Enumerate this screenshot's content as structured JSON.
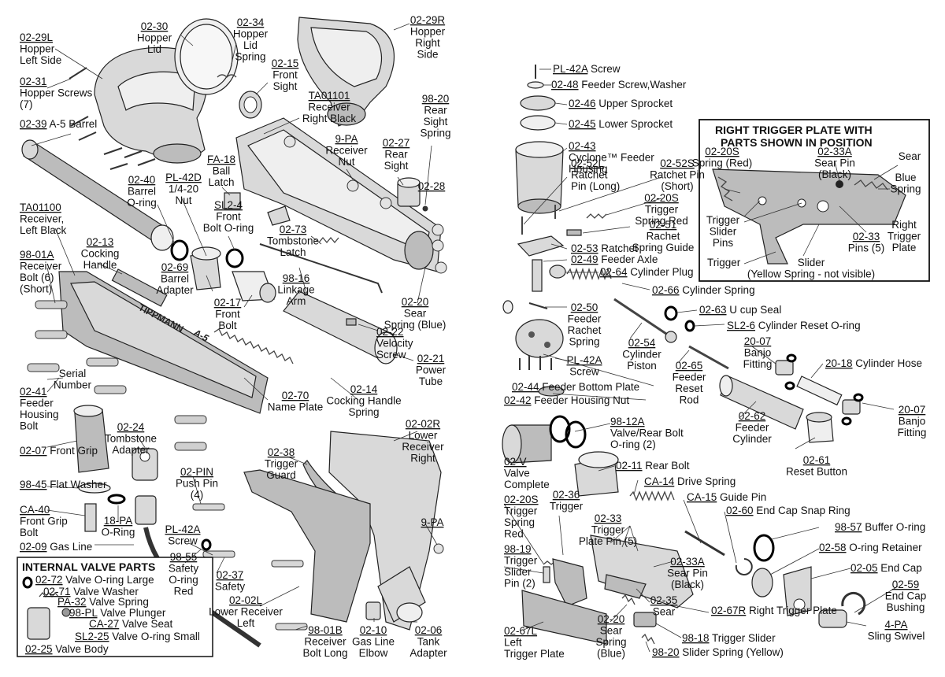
{
  "labels": [
    {
      "id": "l0230",
      "num": "02-30",
      "lines": [
        "Hopper",
        "Lid"
      ]
    },
    {
      "id": "l0234",
      "num": "02-34",
      "lines": [
        "Hopper",
        "Lid",
        "Spring"
      ]
    },
    {
      "id": "l0229r",
      "num": "02-29R",
      "lines": [
        "Hopper",
        "Right",
        "Side"
      ]
    },
    {
      "id": "l0229l",
      "num": "02-29L",
      "lines": [
        "Hopper",
        "Left Side"
      ]
    },
    {
      "id": "l0215",
      "num": "02-15",
      "lines": [
        "Front",
        "Sight"
      ]
    },
    {
      "id": "l0231",
      "num": "02-31",
      "lines": [
        "Hopper Screws",
        "(7)"
      ]
    },
    {
      "id": "lta01101",
      "num": "TA01101",
      "lines": [
        "Receiver",
        "Right Black"
      ]
    },
    {
      "id": "l9820",
      "num": "98-20",
      "lines": [
        "Rear",
        "Sight",
        "Spring"
      ]
    },
    {
      "id": "l0239",
      "num": "02-39",
      "lines": [
        "A-5 Barrel"
      ]
    },
    {
      "id": "l9pa",
      "num": "9-PA",
      "lines": [
        "Receiver",
        "Nut"
      ]
    },
    {
      "id": "l0227",
      "num": "02-27",
      "lines": [
        "Rear",
        "Sight"
      ]
    },
    {
      "id": "lfa18",
      "num": "FA-18",
      "lines": [
        "Ball",
        "Latch"
      ]
    },
    {
      "id": "l0228",
      "num": "02-28",
      "lines": []
    },
    {
      "id": "l0240",
      "num": "02-40",
      "lines": [
        "Barrel",
        "O-ring"
      ]
    },
    {
      "id": "lpl42d",
      "num": "PL-42D",
      "lines": [
        "1/4-20",
        "Nut"
      ]
    },
    {
      "id": "lta01100",
      "num": "TA01100",
      "lines": [
        "Receiver,",
        "Left Black"
      ]
    },
    {
      "id": "lsl24",
      "num": "SL2-4",
      "lines": [
        "Front",
        "Bolt O-ring"
      ]
    },
    {
      "id": "l0273",
      "num": "02-73",
      "lines": [
        "Tombstone",
        "Latch"
      ]
    },
    {
      "id": "l0213",
      "num": "02-13",
      "lines": [
        "Cocking",
        "Handle"
      ]
    },
    {
      "id": "l9801a",
      "num": "98-01A",
      "lines": [
        "Receiver",
        "Bolt (6)",
        "(Short)"
      ]
    },
    {
      "id": "l0269",
      "num": "02-69",
      "lines": [
        "Barrel",
        "Adapter"
      ]
    },
    {
      "id": "l9816",
      "num": "98-16",
      "lines": [
        "Linkage",
        "Arm"
      ]
    },
    {
      "id": "l0217",
      "num": "02-17",
      "lines": [
        "Front",
        "Bolt"
      ]
    },
    {
      "id": "l0220",
      "num": "02-20",
      "lines": [
        "Sear",
        "Spring (Blue)"
      ]
    },
    {
      "id": "l0222",
      "num": "02-22",
      "lines": [
        "Velocity",
        "Screw"
      ]
    },
    {
      "id": "lserial",
      "num": "",
      "lines": [
        "Serial",
        "Number"
      ]
    },
    {
      "id": "l0221",
      "num": "02-21",
      "lines": [
        "Power",
        "Tube"
      ]
    },
    {
      "id": "l0241",
      "num": "02-41",
      "lines": [
        "Feeder",
        "Housing",
        "Bolt"
      ]
    },
    {
      "id": "l0270",
      "num": "02-70",
      "lines": [
        "Name Plate"
      ]
    },
    {
      "id": "l0214",
      "num": "02-14",
      "lines": [
        "Cocking Handle",
        "Spring"
      ]
    },
    {
      "id": "l0224",
      "num": "02-24",
      "lines": [
        "Tombstone",
        "Adapter"
      ]
    },
    {
      "id": "l0202r",
      "num": "02-02R",
      "lines": [
        "Lower",
        "Receiver",
        "Right"
      ]
    },
    {
      "id": "l0207",
      "num": "02-07",
      "lines": [
        "Front Grip"
      ]
    },
    {
      "id": "l0238",
      "num": "02-38",
      "lines": [
        "Trigger",
        "Guard"
      ]
    },
    {
      "id": "l02pin",
      "num": "02-PIN",
      "lines": [
        "Push Pin",
        "(4)"
      ]
    },
    {
      "id": "l9845",
      "num": "98-45",
      "lines": [
        "Flat Washer"
      ]
    },
    {
      "id": "lca40",
      "num": "CA-40",
      "lines": [
        "Front Grip",
        "Bolt"
      ]
    },
    {
      "id": "l18pa",
      "num": "18-PA",
      "lines": [
        "O-Ring"
      ]
    },
    {
      "id": "l9pa2",
      "num": "9-PA",
      "lines": []
    },
    {
      "id": "lpl42a",
      "num": "PL-42A",
      "lines": [
        "Screw"
      ]
    },
    {
      "id": "l0209",
      "num": "02-09",
      "lines": [
        "Gas Line"
      ]
    },
    {
      "id": "l9855",
      "num": "98-55",
      "lines": [
        "Safety",
        "O-ring",
        "Red"
      ]
    },
    {
      "id": "l0237",
      "num": "02-37",
      "lines": [
        "Safety"
      ]
    },
    {
      "id": "l0202l",
      "num": "02-02L",
      "lines": [
        "Lower Receiver",
        "Left"
      ]
    },
    {
      "id": "l9801b",
      "num": "98-01B",
      "lines": [
        "Receiver",
        "Bolt Long"
      ]
    },
    {
      "id": "l0210",
      "num": "02-10",
      "lines": [
        "Gas Line",
        "Elbow"
      ]
    },
    {
      "id": "l0206",
      "num": "02-06",
      "lines": [
        "Tank",
        "Adapter"
      ]
    },
    {
      "id": "rpl42a",
      "num": "PL-42A",
      "lines": [
        "Screw"
      ]
    },
    {
      "id": "r0248",
      "num": "02-48",
      "lines": [
        "Feeder Screw,Washer"
      ]
    },
    {
      "id": "r0246",
      "num": "02-46",
      "lines": [
        "Upper Sprocket"
      ]
    },
    {
      "id": "r0245",
      "num": "02-45",
      "lines": [
        "Lower Sprocket"
      ]
    },
    {
      "id": "r0243",
      "num": "02-43",
      "lines": [
        "Cyclone™ Feeder",
        "Housing"
      ]
    },
    {
      "id": "r0252l",
      "num": "02-52L",
      "lines": [
        "Ratchet",
        "Pin (Long)"
      ]
    },
    {
      "id": "r0252s",
      "num": "02-52S",
      "lines": [
        "Ratchet Pin",
        "(Short)"
      ]
    },
    {
      "id": "r0220s",
      "num": "02-20S",
      "lines": [
        "Trigger",
        "Spring Red"
      ]
    },
    {
      "id": "r0251",
      "num": "02-51",
      "lines": [
        "Rachet",
        "Spring Guide"
      ]
    },
    {
      "id": "r0253",
      "num": "02-53",
      "lines": [
        "Ratchet"
      ]
    },
    {
      "id": "r0249",
      "num": "02-49",
      "lines": [
        "Feeder Axle"
      ]
    },
    {
      "id": "r0264",
      "num": "02-64",
      "lines": [
        "Cylinder Plug"
      ]
    },
    {
      "id": "r0266",
      "num": "02-66",
      "lines": [
        "Cylinder Spring"
      ]
    },
    {
      "id": "r0250",
      "num": "02-50",
      "lines": [
        "Feeder",
        "Rachet",
        "Spring"
      ]
    },
    {
      "id": "r0263",
      "num": "02-63",
      "lines": [
        "U cup Seal"
      ]
    },
    {
      "id": "rsl26",
      "num": "SL2-6",
      "lines": [
        "Cylinder Reset O-ring"
      ]
    },
    {
      "id": "r2007a",
      "num": "20-07",
      "lines": [
        "Banjo",
        "Fitting"
      ]
    },
    {
      "id": "r2018",
      "num": "20-18",
      "lines": [
        "Cylinder Hose"
      ]
    },
    {
      "id": "r0254",
      "num": "02-54",
      "lines": [
        "Cylinder",
        "Piston"
      ]
    },
    {
      "id": "rpl42a2",
      "num": "PL-42A",
      "lines": [
        "Screw"
      ]
    },
    {
      "id": "r0265",
      "num": "02-65",
      "lines": [
        "Feeder",
        "Reset",
        "Rod"
      ]
    },
    {
      "id": "r0244",
      "num": "02-44",
      "lines": [
        "Feeder Bottom Plate"
      ]
    },
    {
      "id": "r0242",
      "num": "02-42",
      "lines": [
        "Feeder Housing Nut"
      ]
    },
    {
      "id": "r2007b",
      "num": "20-07",
      "lines": [
        "Banjo",
        "Fitting"
      ]
    },
    {
      "id": "r0262",
      "num": "02-62",
      "lines": [
        "Feeder",
        "Cylinder"
      ]
    },
    {
      "id": "r9812a",
      "num": "98-12A",
      "lines": [
        "Valve/Rear Bolt",
        "O-ring (2)"
      ]
    },
    {
      "id": "r0261",
      "num": "02-61",
      "lines": [
        "Reset Button"
      ]
    },
    {
      "id": "r02v",
      "num": "02-V",
      "lines": [
        "Valve",
        "Complete"
      ]
    },
    {
      "id": "r0211",
      "num": "02-11",
      "lines": [
        "Rear Bolt"
      ]
    },
    {
      "id": "rca14",
      "num": "CA-14",
      "lines": [
        "Drive Spring"
      ]
    },
    {
      "id": "r0220s2",
      "num": "02-20S",
      "lines": [
        "Trigger",
        "Spring",
        "Red"
      ]
    },
    {
      "id": "r0236",
      "num": "02-36",
      "lines": [
        "Trigger"
      ]
    },
    {
      "id": "rca15",
      "num": "CA-15",
      "lines": [
        "Guide Pin"
      ]
    },
    {
      "id": "r0233",
      "num": "02-33",
      "lines": [
        "Trigger",
        "Plate Pin (5)"
      ]
    },
    {
      "id": "r0260",
      "num": "02-60",
      "lines": [
        "End Cap Snap Ring"
      ]
    },
    {
      "id": "r9857",
      "num": "98-57",
      "lines": [
        "Buffer O-ring"
      ]
    },
    {
      "id": "r9819",
      "num": "98-19",
      "lines": [
        "Trigger",
        "Slider",
        "Pin (2)"
      ]
    },
    {
      "id": "r0258",
      "num": "02-58",
      "lines": [
        "O-ring Retainer"
      ]
    },
    {
      "id": "r0233a",
      "num": "02-33A",
      "lines": [
        "Sear Pin",
        "(Black)"
      ]
    },
    {
      "id": "r0205",
      "num": "02-05",
      "lines": [
        "End Cap"
      ]
    },
    {
      "id": "r0235",
      "num": "02-35",
      "lines": [
        "Sear"
      ]
    },
    {
      "id": "r0259",
      "num": "02-59",
      "lines": [
        "End Cap",
        "Bushing"
      ]
    },
    {
      "id": "r0267r",
      "num": "02-67R",
      "lines": [
        "Right Trigger Plate"
      ]
    },
    {
      "id": "r4pa",
      "num": "4-PA",
      "lines": [
        "Sling Swivel"
      ]
    },
    {
      "id": "r0220b",
      "num": "02-20",
      "lines": [
        "Sear",
        "Spring",
        "(Blue)"
      ]
    },
    {
      "id": "r9818",
      "num": "98-18",
      "lines": [
        "Trigger Slider"
      ]
    },
    {
      "id": "r0267l",
      "num": "02-67L",
      "lines": [
        "Left",
        "Trigger Plate"
      ]
    },
    {
      "id": "r9820",
      "num": "98-20",
      "lines": [
        "Slider Spring (Yellow)"
      ]
    }
  ],
  "internal_valve": {
    "title": "INTERNAL VALVE PARTS",
    "items": [
      {
        "num": "02-72",
        "text": "Valve O-ring Large"
      },
      {
        "num": "02-71",
        "text": "Valve Washer"
      },
      {
        "num": "PA-32",
        "text": "Valve Spring"
      },
      {
        "num": "98-PL",
        "text": "Valve Plunger"
      },
      {
        "num": "CA-27",
        "text": "Valve Seat"
      },
      {
        "num": "SL2-25",
        "text": "Valve O-ring Small"
      },
      {
        "num": "02-25",
        "text": "Valve  Body"
      }
    ]
  },
  "trigger_plate_box": {
    "title_lines": [
      "RIGHT TRIGGER PLATE WITH",
      "PARTS SHOWN IN POSITION"
    ],
    "labels": [
      {
        "num": "02-20S",
        "lines": [
          "Spring (Red)"
        ]
      },
      {
        "num": "02-33A",
        "lines": [
          "Sear Pin",
          "(Black)"
        ]
      },
      {
        "num": "",
        "lines": [
          "Sear"
        ]
      },
      {
        "num": "",
        "lines": [
          "Blue",
          "Spring"
        ]
      },
      {
        "num": "",
        "lines": [
          "Trigger",
          "Slider",
          "Pins"
        ]
      },
      {
        "num": "",
        "lines": [
          "Right",
          "Trigger",
          "Plate"
        ]
      },
      {
        "num": "02-33",
        "lines": [
          "Pins (5)"
        ]
      },
      {
        "num": "",
        "lines": [
          "Trigger"
        ]
      },
      {
        "num": "",
        "lines": [
          "Slider",
          "(Yellow Spring - not visible)"
        ]
      }
    ]
  },
  "engraving": {
    "brand": "TIPPMANN",
    "model": "A-5"
  }
}
